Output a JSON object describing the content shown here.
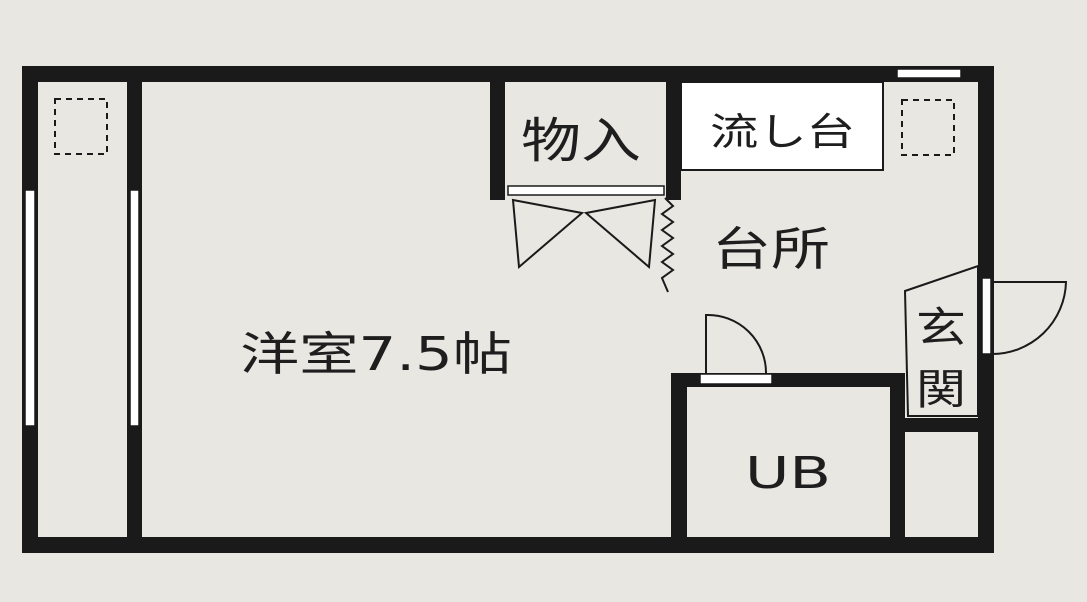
{
  "rooms": {
    "western_room": "洋室7.5帖",
    "storage": "物入",
    "sink": "流し台",
    "kitchen": "台所",
    "unit_bath": "UB",
    "entrance_top": "玄",
    "entrance_bottom": "関"
  },
  "colors": {
    "wall": "#1a1a1a",
    "paper": "#e9e7e2",
    "fixture": "#ffffff"
  }
}
